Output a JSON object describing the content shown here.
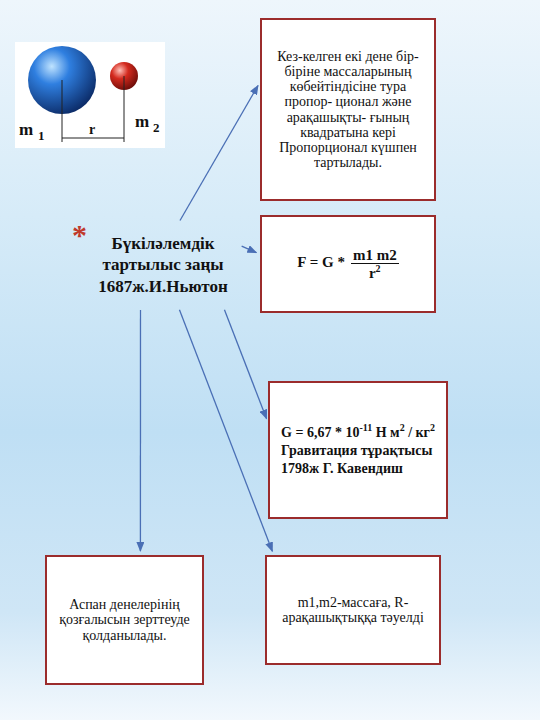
{
  "diagram": {
    "nodes": [
      {
        "text": [
          "Бүкіләлемдік тартылыс заңы 1687ж.И.Ньютон"
        ]
      },
      {
        "text": [
          "Кез-келген екі дене бір-біріне массаларының көбейтіндісіне тура пропор- ционал және арақашықты- ғының квадратына кері Пропорционал күшпен тартылады."
        ]
      },
      {
        "text": [
          "F = G *",
          "m1 m2",
          "r",
          "2"
        ]
      },
      {
        "text": [
          "G = 6,67 * 10",
          "-11",
          "Н м",
          "2",
          "/ кг",
          "2",
          "Гравитация тұрақтысы",
          "1798ж Г. Кавендиш"
        ]
      },
      {
        "text": [
          "Аспан денелерінің қозғалысын зерттеуде қолданылады."
        ]
      },
      {
        "text": [
          "m1,m2-массаға, R-арақашықтыққа тәуелді"
        ]
      }
    ],
    "edges": [
      {
        "from": 0,
        "to": 1,
        "arrow": "to"
      },
      {
        "from": 0,
        "to": 2,
        "arrow": "to"
      },
      {
        "from": 0,
        "to": 3,
        "arrow": "to"
      },
      {
        "from": 0,
        "to": 4,
        "arrow": "to"
      },
      {
        "from": 0,
        "to": 5,
        "arrow": "to"
      }
    ],
    "labels": [
      "m",
      "1",
      "r",
      "m",
      "2",
      "*"
    ]
  }
}
